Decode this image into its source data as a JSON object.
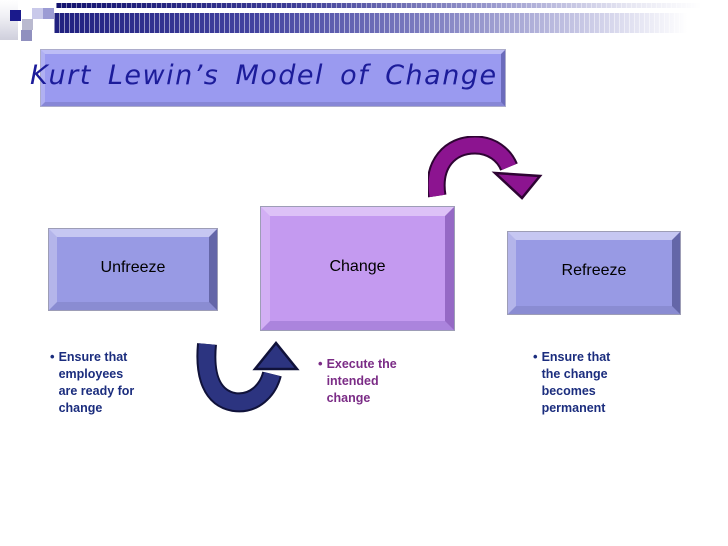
{
  "title": {
    "text": "Kurt Lewin’s Model of Change"
  },
  "boxes": [
    {
      "id": "unfreeze",
      "label": "Unfreeze"
    },
    {
      "id": "change",
      "label": "Change"
    },
    {
      "id": "refreeze",
      "label": "Refreeze"
    }
  ],
  "bullets": [
    {
      "for": "unfreeze",
      "marker": "•",
      "text": "Ensure that\nemployees\nare ready for\nchange"
    },
    {
      "for": "change",
      "marker": "•",
      "text": "Execute the\nintended\nchange"
    },
    {
      "for": "refreeze",
      "marker": "•",
      "text": "Ensure that\nthe change\nbecomes\npermanent"
    }
  ],
  "arrows": [
    {
      "id": "unfreeze-to-change",
      "shape": "u-curve-pointing-up",
      "color": "#2c3480"
    },
    {
      "id": "change-to-refreeze",
      "shape": "arc-pointing-down-right",
      "color": "#8c1490"
    }
  ],
  "colors": {
    "background": "#ffffff",
    "title_box_fill": "#9a9af0",
    "title_text": "#1c1c9a",
    "side_box_fill": "#989ae4",
    "center_box_fill": "#c49af0",
    "box_label_text": "#000000",
    "navy_arrow": "#2c3480",
    "purple_arrow": "#8c1490",
    "navy_bullet_text": "#1b2d7e",
    "purple_bullet_text": "#7b2c86",
    "header_bar_dark": "#20207f",
    "header_square_navy": "#1a1a8c"
  }
}
